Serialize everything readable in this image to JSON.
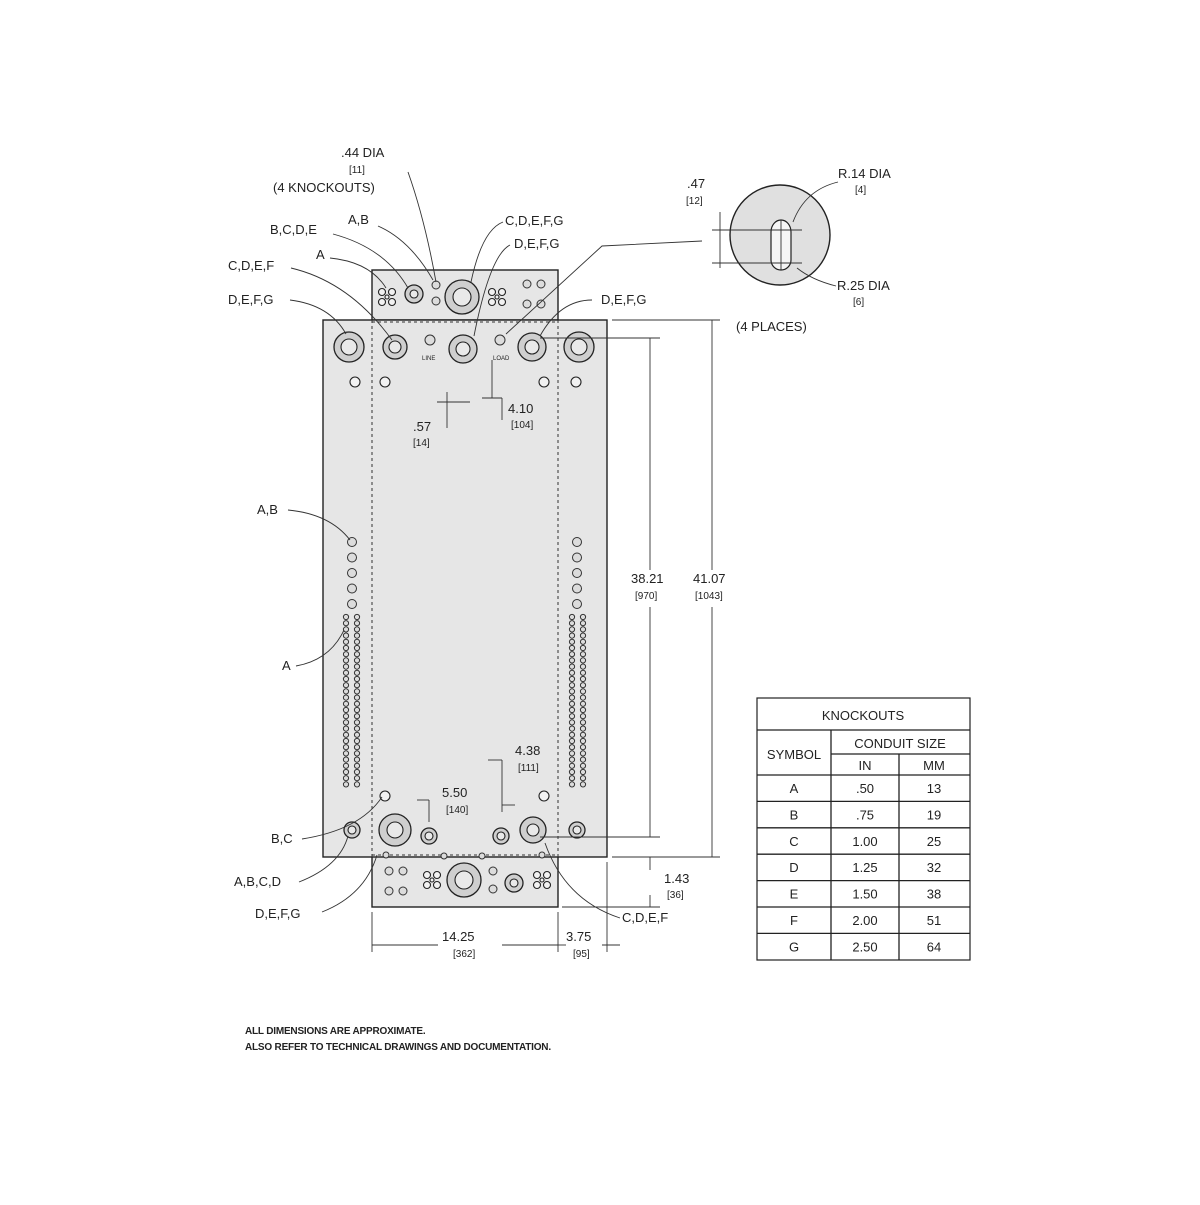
{
  "callouts": {
    "top_dia": ".44  DIA",
    "top_dia_mm": "[11]",
    "top_count": "(4  KNOCKOUTS)",
    "ab_top": "A,B",
    "bcde": "B,C,D,E",
    "a_top": "A",
    "cdef_top": "C,D,E,F",
    "defg_top_left": "D,E,F,G",
    "cdefg_top": "C,D,E,F,G",
    "defg_top_mid": "D,E,F,G",
    "defg_top_right": "D,E,F,G",
    "ab_left": "A,B",
    "a_left": "A",
    "bc_left": "B,C",
    "abcd_left": "A,B,C,D",
    "defg_bottom": "D,E,F,G",
    "cdef_bottom": "C,D,E,F"
  },
  "tiny_labels": {
    "line": "LINE",
    "load": "LOAD"
  },
  "dimensions": {
    "d057": ".57",
    "d057_mm": "[14]",
    "d410": "4.10",
    "d410_mm": "[104]",
    "d3821": "38.21",
    "d3821_mm": "[970]",
    "d4107": "41.07",
    "d4107_mm": "[1043]",
    "d438": "4.38",
    "d438_mm": "[111]",
    "d550": "5.50",
    "d550_mm": "[140]",
    "d143": "1.43",
    "d143_mm": "[36]",
    "d1425": "14.25",
    "d1425_mm": "[362]",
    "d375": "3.75",
    "d375_mm": "[95]"
  },
  "keyhole": {
    "d47": ".47",
    "d47_mm": "[12]",
    "r14": "R.14  DIA",
    "r14_mm": "[4]",
    "r25": "R.25  DIA",
    "r25_mm": "[6]",
    "places": "(4  PLACES)"
  },
  "table": {
    "title": "KNOCKOUTS",
    "symbol_header": "SYMBOL",
    "conduit_header": "CONDUIT  SIZE",
    "in_header": "IN",
    "mm_header": "MM",
    "rows": [
      {
        "symbol": "A",
        "in": ".50",
        "mm": "13"
      },
      {
        "symbol": "B",
        "in": ".75",
        "mm": "19"
      },
      {
        "symbol": "C",
        "in": "1.00",
        "mm": "25"
      },
      {
        "symbol": "D",
        "in": "1.25",
        "mm": "32"
      },
      {
        "symbol": "E",
        "in": "1.50",
        "mm": "38"
      },
      {
        "symbol": "F",
        "in": "2.00",
        "mm": "51"
      },
      {
        "symbol": "G",
        "in": "2.50",
        "mm": "64"
      }
    ]
  },
  "notes": {
    "line1": "ALL DIMENSIONS ARE APPROXIMATE.",
    "line2": "ALSO REFER TO TECHNICAL DRAWINGS AND DOCUMENTATION."
  }
}
